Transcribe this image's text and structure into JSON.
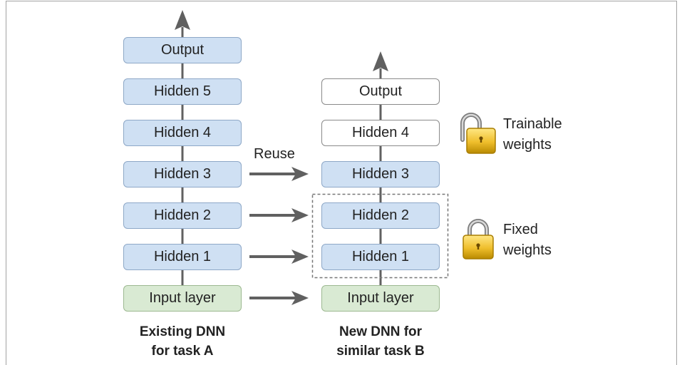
{
  "colors": {
    "layer_blue": "#cfe0f3",
    "layer_green": "#d9ead3",
    "layer_white": "#ffffff",
    "arrow": "#606060",
    "lock_gold": "#efbe2c"
  },
  "existing_dnn": {
    "caption": [
      "Existing DNN",
      "for task A"
    ],
    "layers": [
      {
        "label": "Output",
        "fill": "#cfe0f3"
      },
      {
        "label": "Hidden 5",
        "fill": "#cfe0f3"
      },
      {
        "label": "Hidden 4",
        "fill": "#cfe0f3"
      },
      {
        "label": "Hidden 3",
        "fill": "#cfe0f3"
      },
      {
        "label": "Hidden 2",
        "fill": "#cfe0f3"
      },
      {
        "label": "Hidden 1",
        "fill": "#cfe0f3"
      },
      {
        "label": "Input layer",
        "fill": "#d9ead3"
      }
    ]
  },
  "new_dnn": {
    "caption": [
      "New DNN for",
      "similar task B"
    ],
    "layers": [
      {
        "label": "Output",
        "fill": "#ffffff"
      },
      {
        "label": "Hidden 4",
        "fill": "#ffffff"
      },
      {
        "label": "Hidden 3",
        "fill": "#cfe0f3"
      },
      {
        "label": "Hidden 2",
        "fill": "#cfe0f3"
      },
      {
        "label": "Hidden 1",
        "fill": "#cfe0f3"
      },
      {
        "label": "Input layer",
        "fill": "#d9ead3"
      }
    ]
  },
  "reuse_label": "Reuse",
  "legend": {
    "trainable": {
      "icon": "unlocked-padlock-icon",
      "text": [
        "Trainable",
        "weights"
      ]
    },
    "fixed": {
      "icon": "locked-padlock-icon",
      "text": [
        "Fixed",
        "weights"
      ]
    }
  }
}
